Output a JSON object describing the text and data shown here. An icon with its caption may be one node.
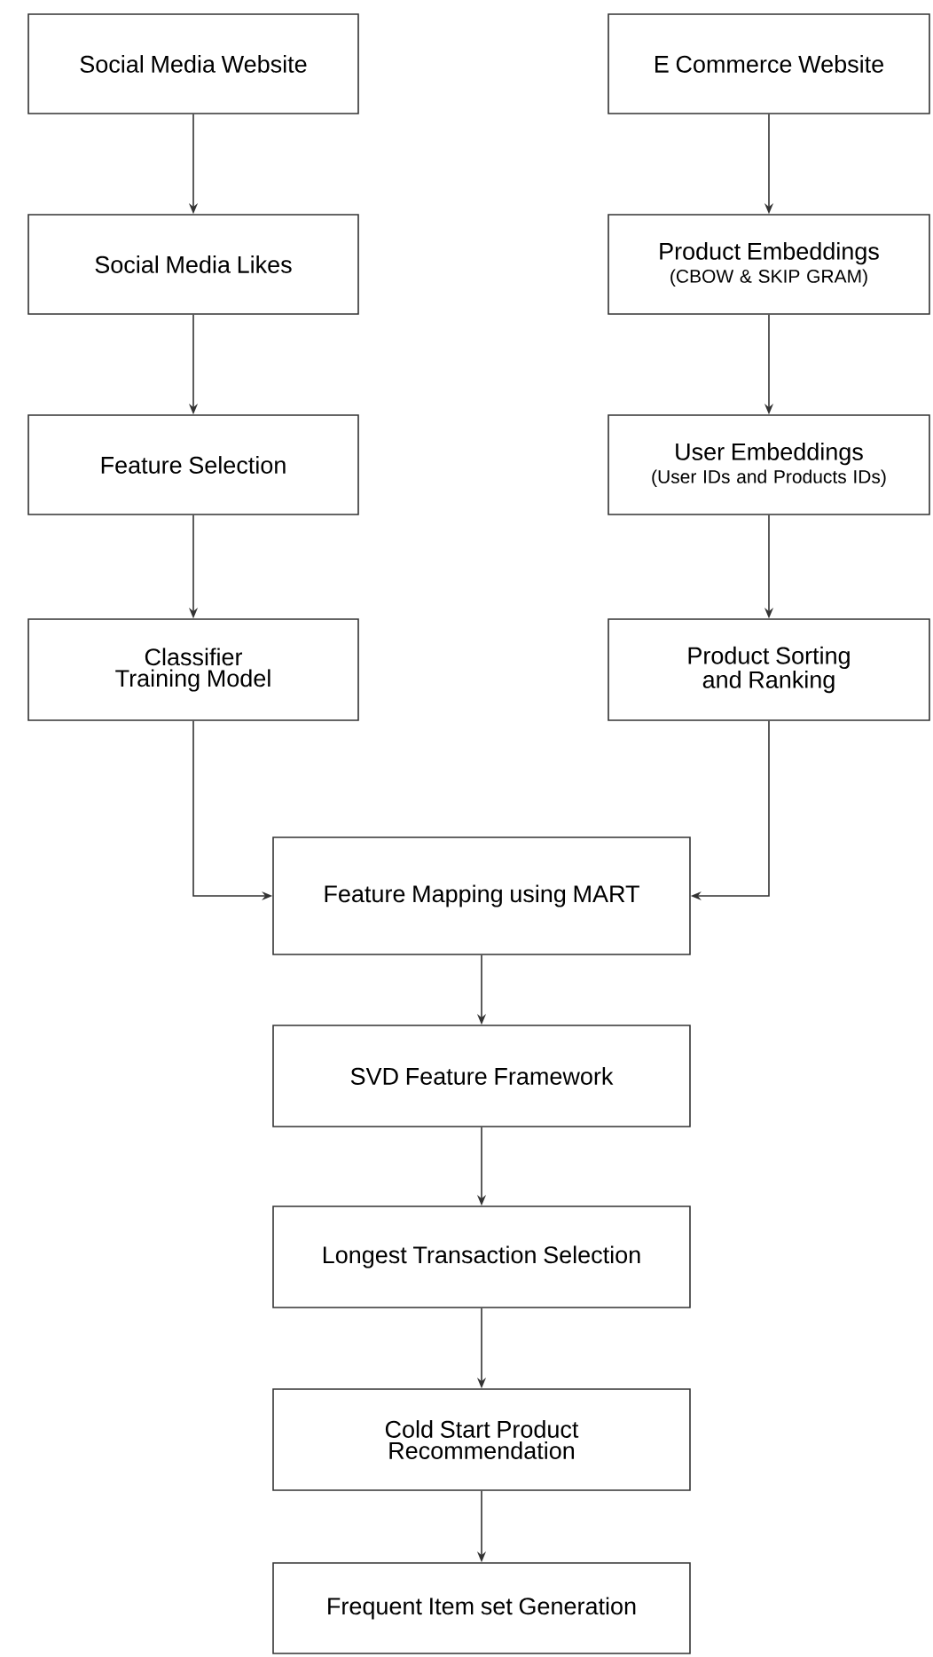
{
  "diagram": {
    "nodes": [
      {
        "text": [
          "Social Media Website"
        ]
      },
      {
        "text": [
          "E Commerce Website"
        ]
      },
      {
        "text": [
          "Social Media Likes"
        ]
      },
      {
        "text": [
          "Product Embeddings",
          "(CBOW & SKIP GRAM)"
        ]
      },
      {
        "text": [
          "Feature Selection"
        ]
      },
      {
        "text": [
          "User Embeddings",
          "(User IDs and Products IDs)"
        ]
      },
      {
        "text": [
          "Classifier Training Model"
        ]
      },
      {
        "text": [
          "Product Sorting and Ranking"
        ]
      },
      {
        "text": [
          "Feature Mapping using MART"
        ]
      },
      {
        "text": [
          "SVD Feature Framework"
        ]
      },
      {
        "text": [
          "Longest Transaction Selection"
        ]
      },
      {
        "text": [
          "Cold Start Product Recommendation"
        ]
      },
      {
        "text": [
          "Frequent Item set Generation"
        ]
      }
    ],
    "edges": [
      {
        "from": 0,
        "to": 2,
        "arrow": "to"
      },
      {
        "from": 2,
        "to": 4,
        "arrow": "to"
      },
      {
        "from": 4,
        "to": 6,
        "arrow": "to"
      },
      {
        "from": 6,
        "to": 8,
        "arrow": "to"
      },
      {
        "from": 1,
        "to": 3,
        "arrow": "to"
      },
      {
        "from": 3,
        "to": 5,
        "arrow": "to"
      },
      {
        "from": 5,
        "to": 7,
        "arrow": "to"
      },
      {
        "from": 7,
        "to": 8,
        "arrow": "to"
      },
      {
        "from": 8,
        "to": 9,
        "arrow": "to"
      },
      {
        "from": 9,
        "to": 10,
        "arrow": "to"
      },
      {
        "from": 10,
        "to": 11,
        "arrow": "to"
      },
      {
        "from": 11,
        "to": 12,
        "arrow": "to"
      }
    ]
  }
}
